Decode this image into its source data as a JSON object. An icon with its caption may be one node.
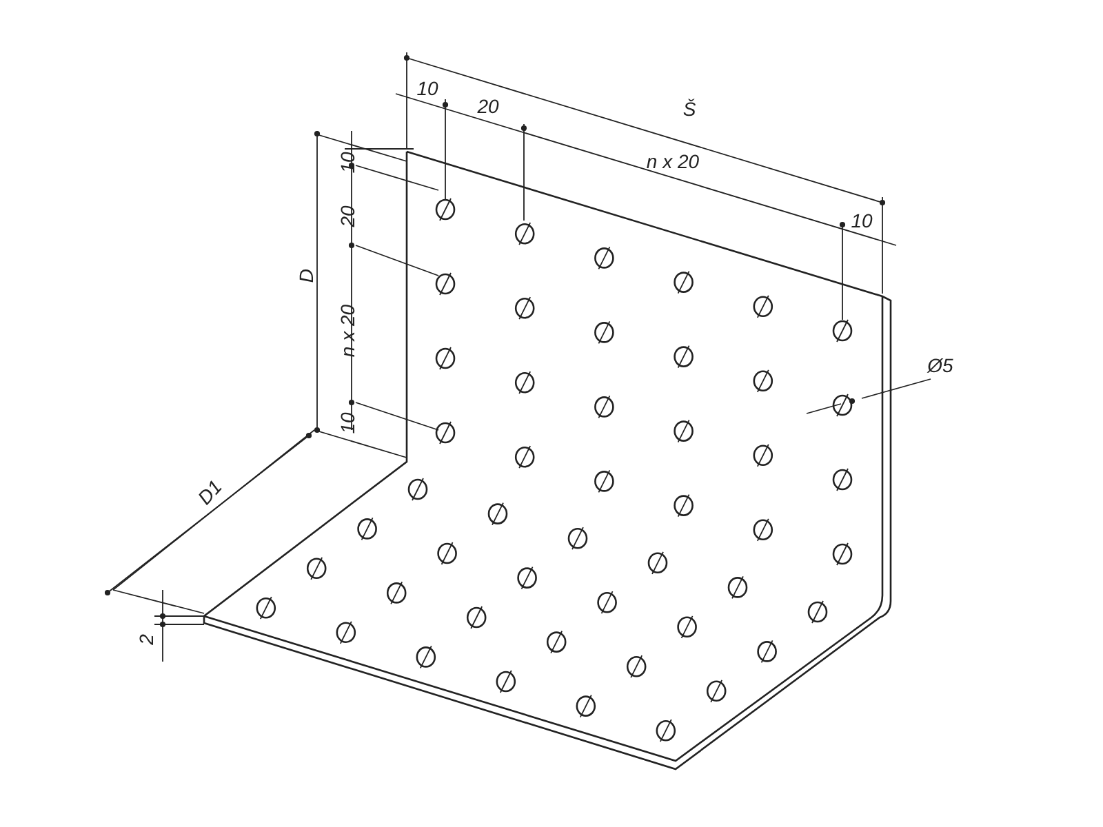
{
  "diagram": {
    "labels": [
      "10",
      "20",
      "Š",
      "n x 20",
      "10",
      "10",
      "20",
      "D",
      "n x 20",
      "Ø5",
      "10",
      "D1",
      "2"
    ]
  }
}
